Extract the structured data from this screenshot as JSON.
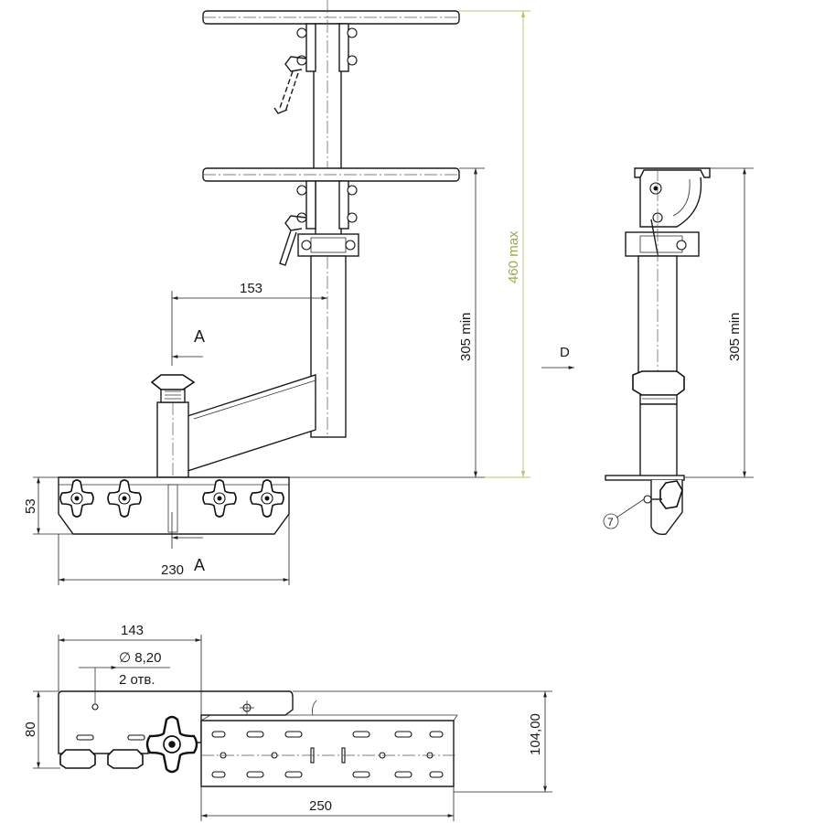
{
  "dimensions": {
    "d153": "153",
    "d305_front": "305 min",
    "d460": "460 max",
    "d53": "53",
    "d230": "230",
    "d305_side": "305 min",
    "d143": "143",
    "hole_dia": "∅ 8,20",
    "hole_count": "2 отв.",
    "d80": "80",
    "d104": "104,00",
    "d250": "250"
  },
  "section_labels": {
    "section_a_top": "A",
    "section_a_bottom": "A",
    "view_d": "D"
  },
  "callouts": {
    "item_7": "7"
  },
  "colors": {
    "line": "#1a1a1a",
    "max_dimension": "#b7c46a"
  }
}
